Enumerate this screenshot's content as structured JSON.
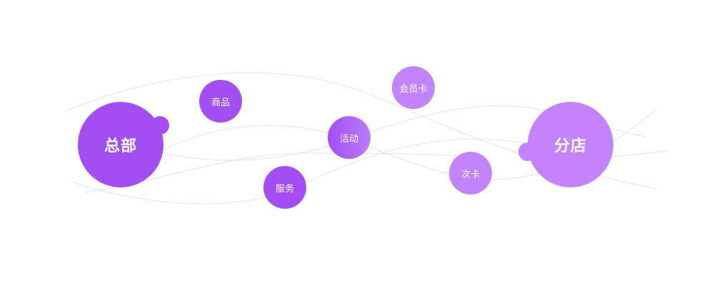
{
  "hub_left": {
    "label": "总部",
    "color": "#a24ef3"
  },
  "hub_right": {
    "label": "分店",
    "color": "#c384fb"
  },
  "nodes": [
    {
      "label": "商品",
      "color": "#a24ef3"
    },
    {
      "label": "服务",
      "color": "#a24ef3"
    },
    {
      "label": "活动",
      "color": "#a24ef3"
    },
    {
      "label": "会员卡",
      "color": "#c384fb"
    },
    {
      "label": "次卡",
      "color": "#c384fb"
    }
  ],
  "connector_color": "#e6e6e6"
}
